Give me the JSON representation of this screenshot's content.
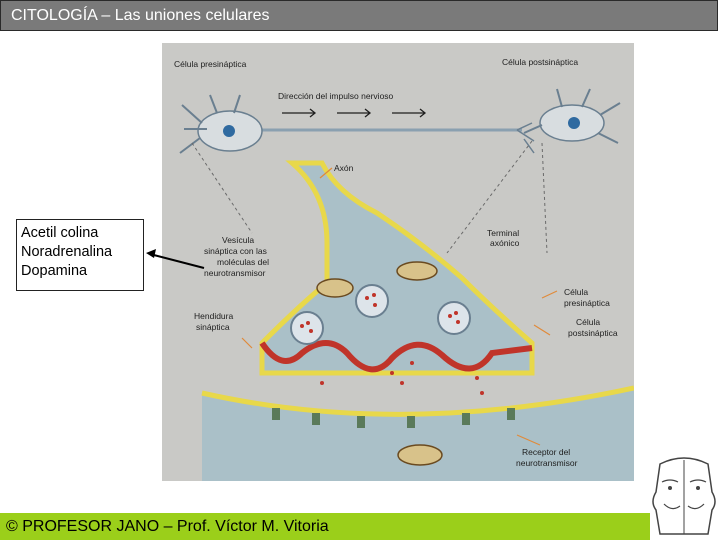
{
  "title": "CITOLOGÍA – Las uniones celulares",
  "callout": {
    "lines": [
      "Acetil colina",
      "Noradrenalina",
      "Dopamina"
    ]
  },
  "figure": {
    "labels": {
      "presynaptic_cell": "Célula presináptica",
      "postsynaptic_cell": "Célula postsináptica",
      "impulse_direction": "Dirección del impulso nervioso",
      "axon": "Axón",
      "axon_terminal_1": "Terminal",
      "axon_terminal_2": "axónico",
      "vesicle_1": "Vesícula",
      "vesicle_2": "sináptica con las",
      "vesicle_3": "moléculas del",
      "vesicle_4": "neurotransmisor",
      "cleft_1": "Hendidura",
      "cleft_2": "sináptica",
      "presyn_small_1": "Célula",
      "presyn_small_2": "presináptica",
      "postsyn_small_1": "Célula",
      "postsyn_small_2": "postsináptica",
      "receptor_1": "Receptor del",
      "receptor_2": "neurotransmisor"
    }
  },
  "footer": "© PROFESOR JANO – Prof. Víctor M. Vitoria",
  "colors": {
    "footer_bg": "#9bcf1a",
    "title_bg": "#7a7a7a",
    "membrane_red": "#c0342a",
    "membrane_yellow": "#e8d84a"
  }
}
